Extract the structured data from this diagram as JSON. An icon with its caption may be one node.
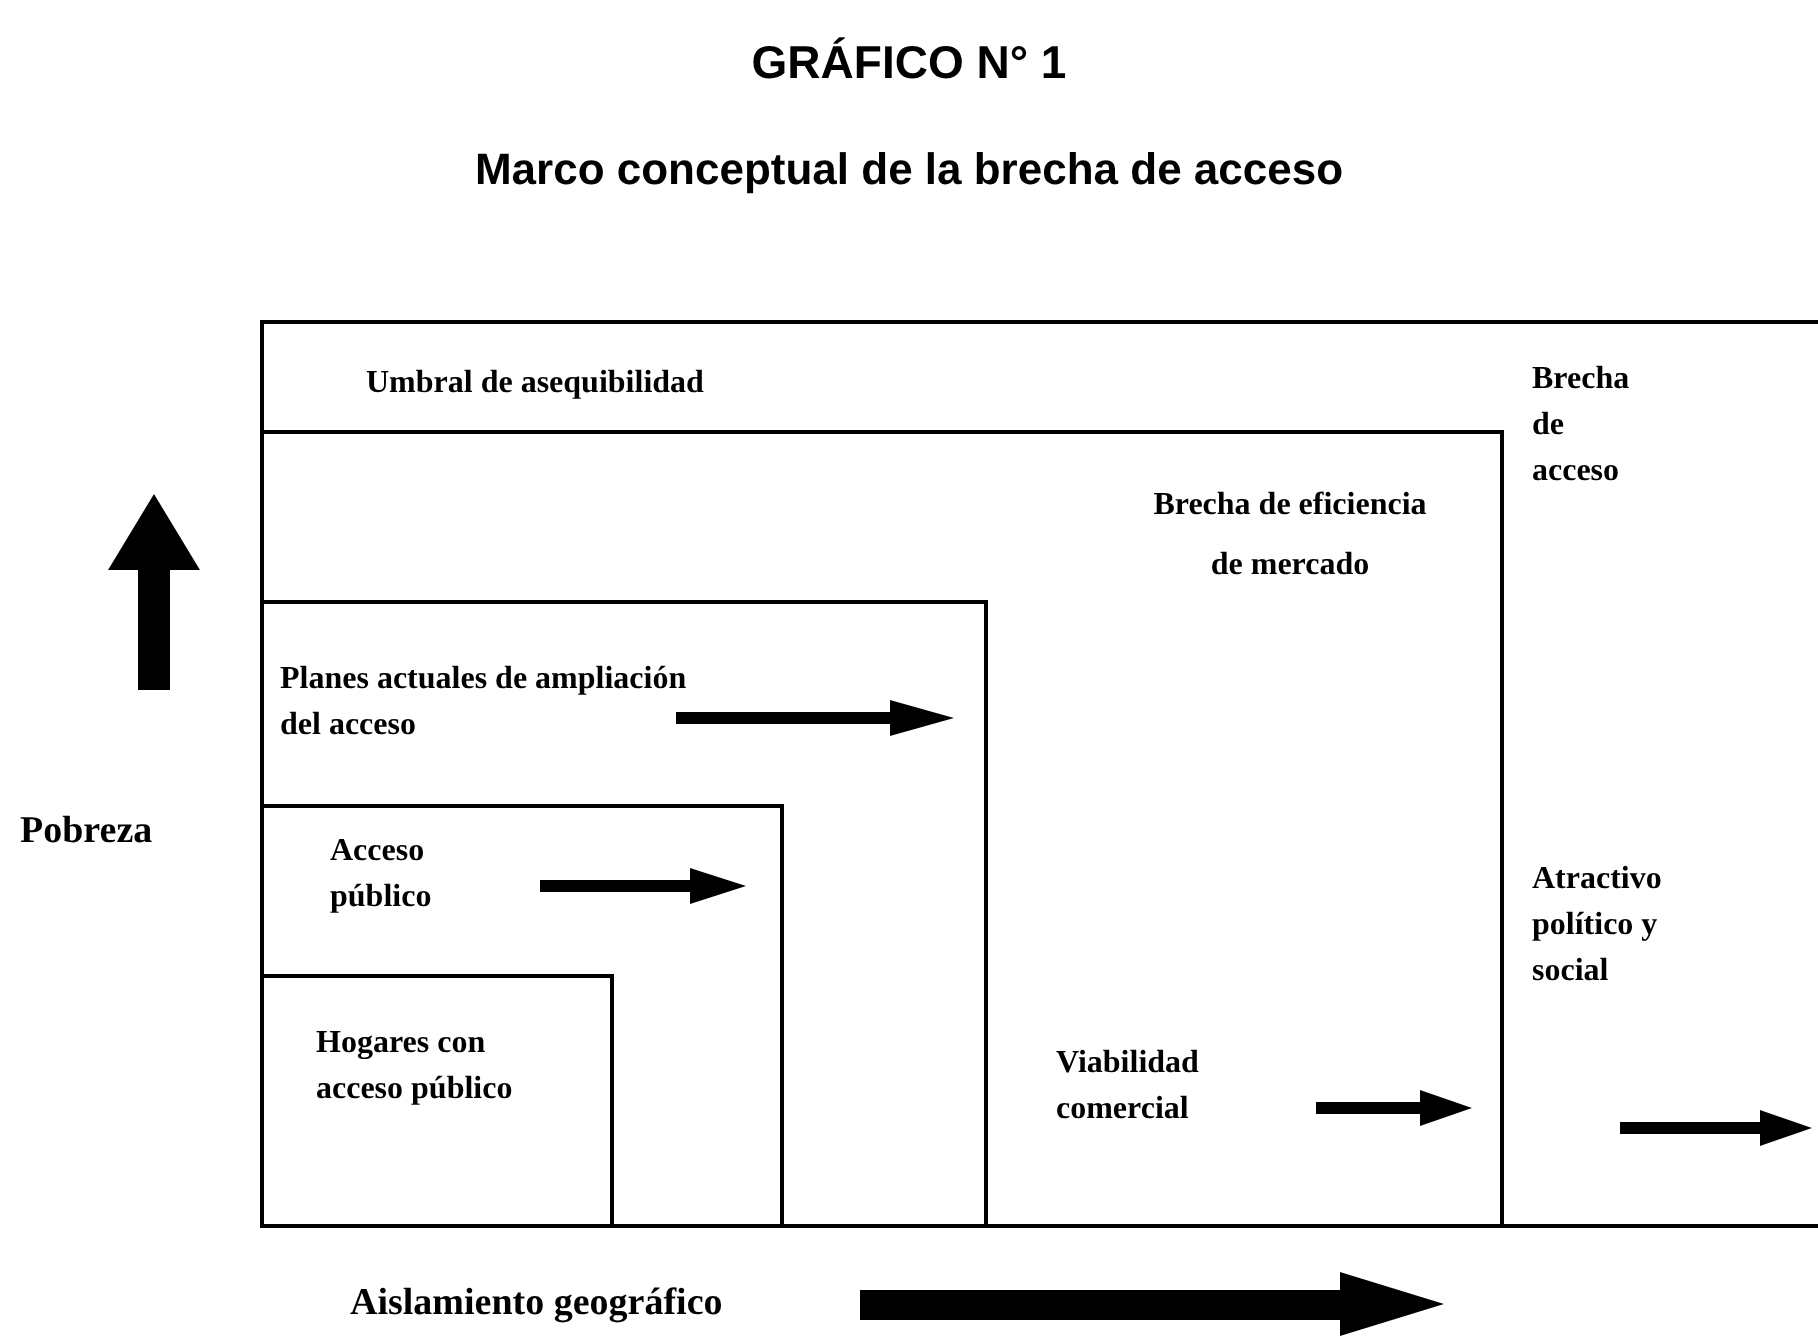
{
  "diagram": {
    "title": "GRÁFICO N° 1",
    "nodes": [
      {
        "text": [
          "Umbral de asequibilidad",
          "Brecha de acceso",
          "Atractivo político y social"
        ]
      },
      {
        "text": [
          "Brecha de eficiencia de mercado",
          "Viabilidad comercial"
        ],
        "in": 0
      },
      {
        "text": [
          "Planes actuales de ampliación del acceso"
        ],
        "in": 1
      },
      {
        "text": [
          "Acceso público"
        ],
        "in": 2
      },
      {
        "text": [
          "Hogares con acceso público"
        ],
        "in": 3
      }
    ],
    "edges": [],
    "labels": [
      "Marco conceptual de la brecha de acceso",
      "Pobreza",
      "Aislamiento geográfico"
    ]
  }
}
